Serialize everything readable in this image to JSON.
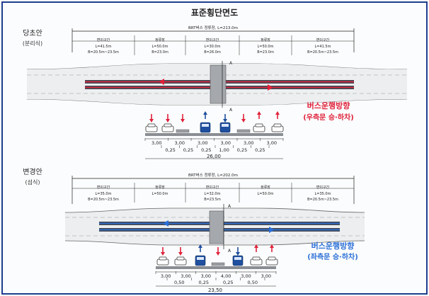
{
  "title": "표준횡단면도",
  "colors": {
    "border": "#1d3d8f",
    "red": "#e0213a",
    "blue": "#2a6fd6",
    "bus_lane": "#444a55",
    "road": "#c8cbd0",
    "ink": "#222222"
  },
  "plan_a": {
    "label": "당초안",
    "sublabel": "(분리식)",
    "section_total": "BRT버스 정류장, L=213.0m",
    "segments": [
      {
        "name": "변이구간",
        "length": "L=41.5m",
        "width": "B=20.5m~23.5m"
      },
      {
        "name": "정류장",
        "length": "L=50.0m",
        "width": "B=23.0m"
      },
      {
        "name": "변이구간",
        "length": "L=30.0m",
        "width": "B=26.0m"
      },
      {
        "name": "정류장",
        "length": "L=50.0m",
        "width": "B=23.0m"
      },
      {
        "name": "변이구간",
        "length": "L=41.5m",
        "width": "B=20.5m~23.5m"
      }
    ],
    "section_marker": "A",
    "direction_label": "버스운행방향",
    "direction_sub": "(우측문 승·하차)",
    "dims_top": [
      "3,00",
      "3,00",
      "3,00",
      "3,00",
      "3,00",
      "3,00"
    ],
    "dims_bottom": [
      "0,25",
      "0,25",
      "0,25",
      "1,00",
      "0,25",
      "0,25"
    ],
    "total": "26,00"
  },
  "plan_b": {
    "label": "변경안",
    "sublabel": "(섬식)",
    "section_total": "BRT버스 정류장, L=202.0m",
    "segments": [
      {
        "name": "변이구간",
        "length": "L=35.0m",
        "width": "B=20.5m~23.5m"
      },
      {
        "name": "정류장",
        "length": "L=50.0m",
        "width": ""
      },
      {
        "name": "변이구간",
        "length": "L=32.0m",
        "width": "B=23.5m"
      },
      {
        "name": "정류장",
        "length": "L=50.0m",
        "width": ""
      },
      {
        "name": "변이구간",
        "length": "L=35.0m",
        "width": "B=20.5m~23.5m"
      }
    ],
    "section_marker": "A",
    "direction_label": "버스운행방향",
    "direction_sub": "(좌측문 승·하차)",
    "dims_top": [
      "3,00",
      "3,00",
      "3,00",
      "4,00",
      "3,00",
      "3,00"
    ],
    "dims_bottom": [
      "0,50",
      "0,25",
      "0,25",
      "0,50"
    ],
    "total": "23,50"
  }
}
